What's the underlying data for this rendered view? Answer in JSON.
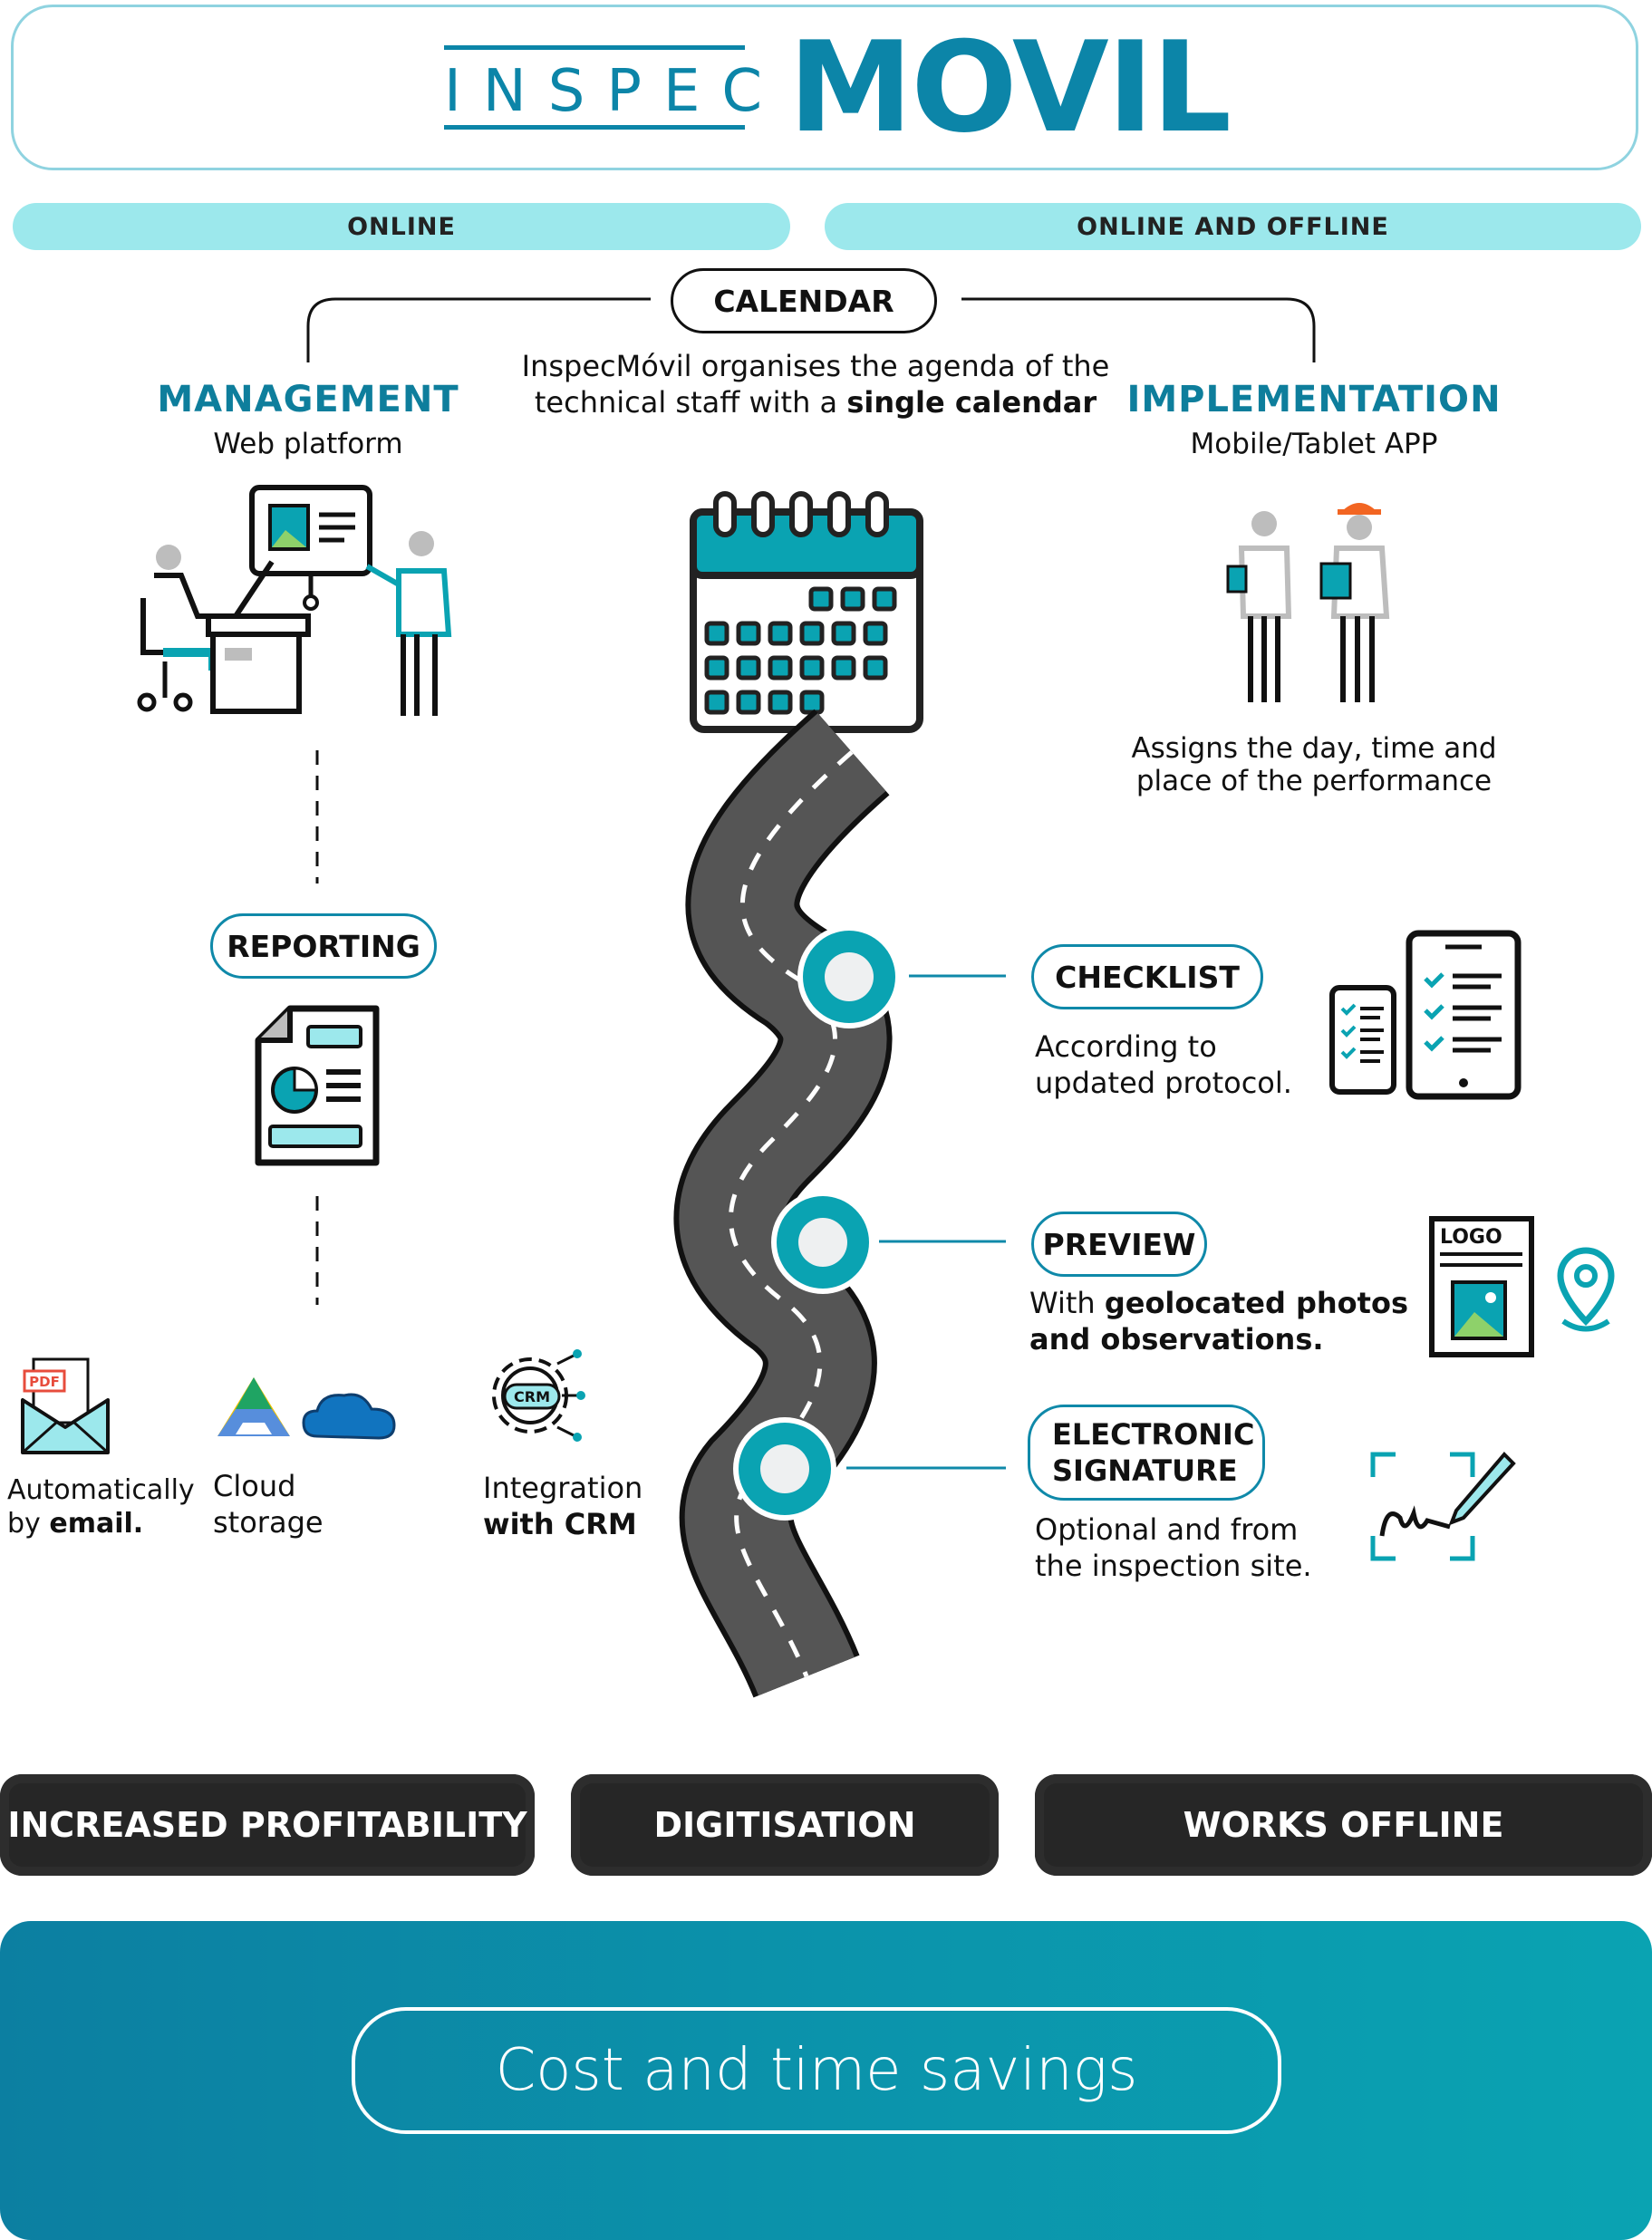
{
  "logo": {
    "part1": "INSPEC",
    "part2": "MOVIL"
  },
  "bands": {
    "left": "ONLINE",
    "right": "ONLINE AND OFFLINE"
  },
  "calendar": {
    "pill": "CALENDAR",
    "description_line1": "InspecMóvil organises the agenda of the",
    "description_line2_prefix": "technical staff with a ",
    "description_line2_bold": "single calendar"
  },
  "management": {
    "title": "MANAGEMENT",
    "subtitle": "Web platform"
  },
  "implementation": {
    "title": "IMPLEMENTATION",
    "subtitle": "Mobile/Tablet APP",
    "desc_line1": "Assigns the day, time and",
    "desc_line2": "place of the performance"
  },
  "reporting": {
    "pill": "REPORTING"
  },
  "outputs": {
    "email_line1": "Automatically",
    "email_line2_prefix": "by ",
    "email_line2_bold": "email.",
    "pdf_label": "PDF",
    "cloud_line1": "Cloud",
    "cloud_line2": "storage",
    "crm_line1": "Integration",
    "crm_line2": "with CRM",
    "crm_label": "CRM"
  },
  "checklist": {
    "pill": "CHECKLIST",
    "line1": "According to",
    "line2": "updated protocol."
  },
  "preview": {
    "pill": "PREVIEW",
    "line1_prefix": "With ",
    "line1_bold": "geolocated photos",
    "line2": "and observations.",
    "logo_label": "LOGO"
  },
  "signature": {
    "pill_line1": "ELECTRONIC",
    "pill_line2": "SIGNATURE",
    "line1": "Optional and from",
    "line2": "the inspection site."
  },
  "benefits": [
    "INCREASED PROFITABILITY",
    "DIGITISATION",
    "WORKS OFFLINE"
  ],
  "savings": "Cost and time savings",
  "colors": {
    "teal": "#0c85a8",
    "light_cyan": "#9ce8ec",
    "dark": "#262626",
    "road": "#555555"
  }
}
